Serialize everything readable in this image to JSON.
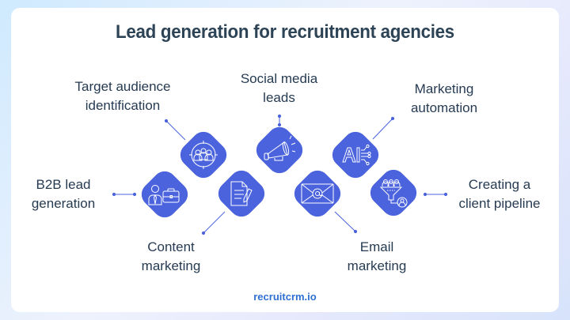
{
  "title": "Lead generation for recruitment agencies",
  "footer": "recruitcrm.io",
  "colors": {
    "node_fill": "#4b63dd",
    "connector": "#4b63dd",
    "title": "#2d4356",
    "label": "#263b52",
    "footer": "#2f6fd3"
  },
  "nodes": [
    {
      "id": "b2b",
      "label": "B2B lead\ngeneration",
      "icon": "person-briefcase-icon"
    },
    {
      "id": "target",
      "label": "Target audience\nidentification",
      "icon": "group-target-icon"
    },
    {
      "id": "content",
      "label": "Content\nmarketing",
      "icon": "document-pen-icon"
    },
    {
      "id": "social",
      "label": "Social media\nleads",
      "icon": "megaphone-icon"
    },
    {
      "id": "email",
      "label": "Email\nmarketing",
      "icon": "envelope-at-icon"
    },
    {
      "id": "automation",
      "label": "Marketing\nautomation",
      "icon": "ai-circuit-icon"
    },
    {
      "id": "pipeline",
      "label": "Creating a\nclient pipeline",
      "icon": "funnel-user-icon"
    }
  ]
}
